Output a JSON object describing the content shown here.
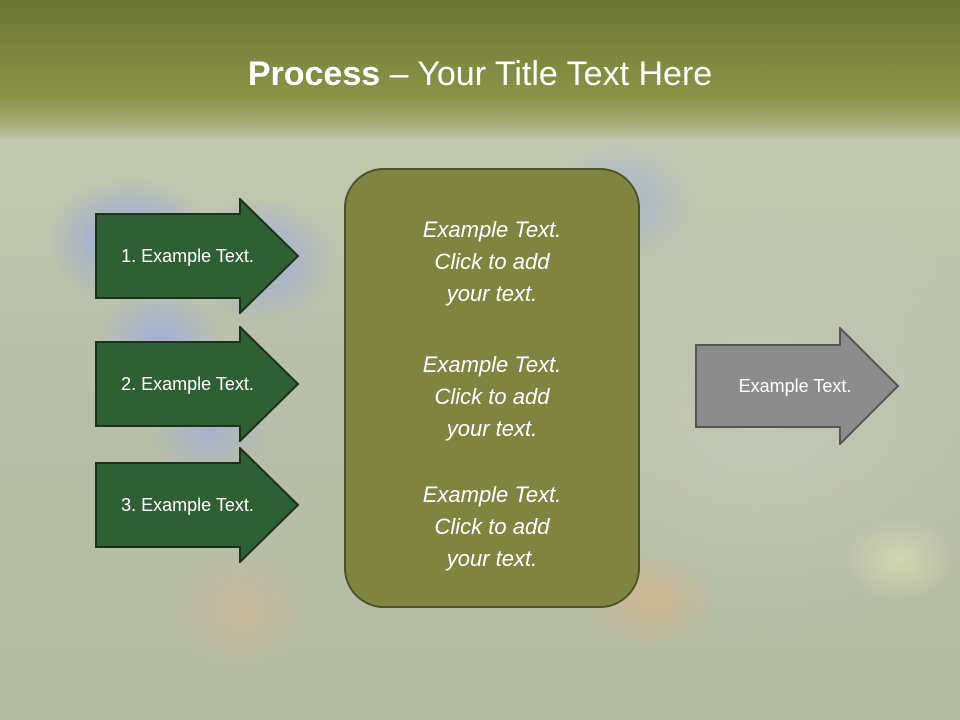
{
  "title": {
    "bold": "Process",
    "rest": " – Your Title Text Here"
  },
  "steps": [
    {
      "label": "1. Example Text."
    },
    {
      "label": "2. Example Text."
    },
    {
      "label": "3. Example Text."
    }
  ],
  "center_blocks": [
    {
      "line1": "Example Text.",
      "line2": "Click  to add",
      "line3": "your text."
    },
    {
      "line1": "Example Text.",
      "line2": "Click  to add",
      "line3": "your text."
    },
    {
      "line1": "Example Text.",
      "line2": "Click  to add",
      "line3": "your text."
    }
  ],
  "output": {
    "label": "Example Text."
  },
  "colors": {
    "title_band": "#7a8540",
    "step_fill": "#2f5f35",
    "center_fill": "#7f8441",
    "output_fill": "#8c8c8c"
  }
}
